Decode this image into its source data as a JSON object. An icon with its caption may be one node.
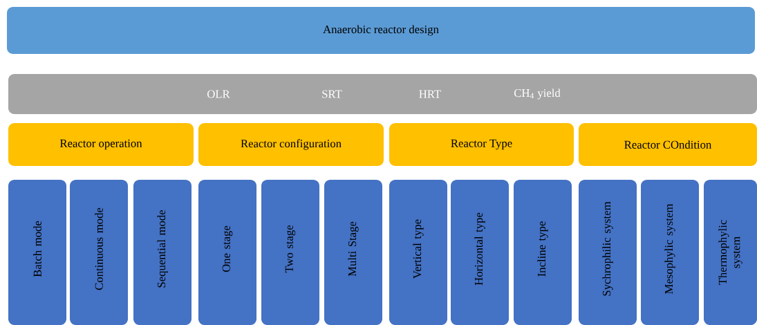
{
  "diagram": {
    "nodes": [
      {
        "text": [
          "Anaerobic reactor design"
        ]
      },
      {
        "text": [
          "OLR",
          "SRT",
          "HRT",
          "CH$_{4}$ yield"
        ]
      },
      {
        "text": [
          "Reactor operation"
        ]
      },
      {
        "text": [
          "Reactor configuration"
        ]
      },
      {
        "text": [
          "Reactor Type"
        ]
      },
      {
        "text": [
          "Reactor COndition"
        ]
      },
      {
        "text": [
          "Batch mode"
        ]
      },
      {
        "text": [
          "Continuous mode"
        ]
      },
      {
        "text": [
          "Sequential mode"
        ]
      },
      {
        "text": [
          "One stage"
        ]
      },
      {
        "text": [
          "Two stage"
        ]
      },
      {
        "text": [
          "Multi Stage"
        ]
      },
      {
        "text": [
          "Vertical type"
        ]
      },
      {
        "text": [
          "Horizontal type"
        ]
      },
      {
        "text": [
          "Incline type"
        ]
      },
      {
        "text": [
          "Sychrophilic system"
        ]
      },
      {
        "text": [
          "Mesophylic system"
        ]
      },
      {
        "text": [
          "Thermophylic system"
        ]
      }
    ]
  }
}
